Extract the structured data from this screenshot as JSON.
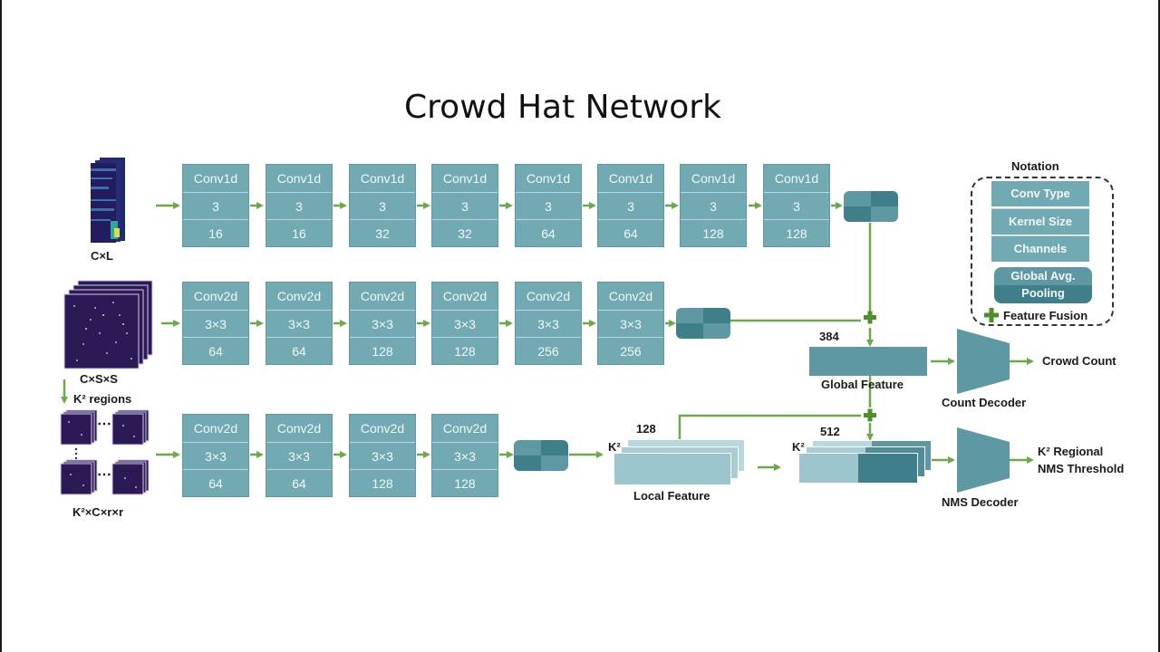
{
  "title": "Crowd Hat Network",
  "colors": {
    "block": "#72aab3",
    "block_dark": "#3f7f8a",
    "arrow": "#6aaa48",
    "text": "#1a1a1a"
  },
  "rows": {
    "conv1d": [
      {
        "type": "Conv1d",
        "kernel": "3",
        "channels": "16"
      },
      {
        "type": "Conv1d",
        "kernel": "3",
        "channels": "16"
      },
      {
        "type": "Conv1d",
        "kernel": "3",
        "channels": "32"
      },
      {
        "type": "Conv1d",
        "kernel": "3",
        "channels": "32"
      },
      {
        "type": "Conv1d",
        "kernel": "3",
        "channels": "64"
      },
      {
        "type": "Conv1d",
        "kernel": "3",
        "channels": "64"
      },
      {
        "type": "Conv1d",
        "kernel": "3",
        "channels": "128"
      },
      {
        "type": "Conv1d",
        "kernel": "3",
        "channels": "128"
      }
    ],
    "conv2d_global": [
      {
        "type": "Conv2d",
        "kernel": "3×3",
        "channels": "64"
      },
      {
        "type": "Conv2d",
        "kernel": "3×3",
        "channels": "64"
      },
      {
        "type": "Conv2d",
        "kernel": "3×3",
        "channels": "128"
      },
      {
        "type": "Conv2d",
        "kernel": "3×3",
        "channels": "128"
      },
      {
        "type": "Conv2d",
        "kernel": "3×3",
        "channels": "256"
      },
      {
        "type": "Conv2d",
        "kernel": "3×3",
        "channels": "256"
      }
    ],
    "conv2d_local": [
      {
        "type": "Conv2d",
        "kernel": "3×3",
        "channels": "64"
      },
      {
        "type": "Conv2d",
        "kernel": "3×3",
        "channels": "64"
      },
      {
        "type": "Conv2d",
        "kernel": "3×3",
        "channels": "128"
      },
      {
        "type": "Conv2d",
        "kernel": "3×3",
        "channels": "128"
      }
    ]
  },
  "inputs": {
    "row1": "C×L",
    "row2": "C×S×S",
    "regions": "K² regions",
    "row3": "K²×C×r×r",
    "ellipsis": "⋯"
  },
  "features": {
    "global_dim": "384",
    "global_label": "Global Feature",
    "local_dim": "128",
    "local_k": "K²",
    "local_label": "Local Feature",
    "fused_dim": "512",
    "fused_k": "K²"
  },
  "decoders": {
    "count": "Count Decoder",
    "nms": "NMS Decoder"
  },
  "outputs": {
    "count": "Crowd Count",
    "nms_line1": "K² Regional",
    "nms_line2": "NMS Threshold"
  },
  "notation": {
    "title": "Notation",
    "conv_type": "Conv Type",
    "kernel_size": "Kernel Size",
    "channels": "Channels",
    "pool_line1": "Global Avg.",
    "pool_line2": "Pooling",
    "fusion": "Feature Fusion",
    "fusion_icon": "plus-icon"
  }
}
